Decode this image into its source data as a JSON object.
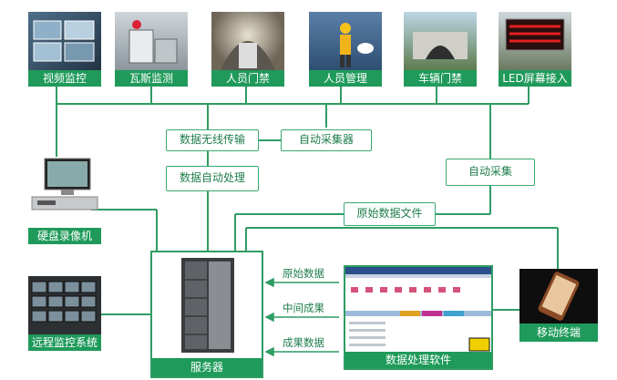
{
  "top_modules": [
    {
      "label": "视频监控"
    },
    {
      "label": "瓦斯监测"
    },
    {
      "label": "人员门禁"
    },
    {
      "label": "人员管理"
    },
    {
      "label": "车辆门禁"
    },
    {
      "label": "LED屏幕接入"
    }
  ],
  "boxes": {
    "wireless": "数据无线传输",
    "collector": "自动采集器",
    "auto_process": "数据自动处理",
    "auto_collect": "自动采集",
    "raw_file": "原始数据文件"
  },
  "devices": {
    "dvr": "硬盘录像机",
    "remote": "远程监控系统",
    "server": "服务器",
    "software": "数据处理软件",
    "mobile": "移动终端"
  },
  "arrows": {
    "raw": "原始数据",
    "mid": "中间成果",
    "result": "成果数据"
  },
  "colors": {
    "green": "#1f9a5a",
    "line": "#2f9c63"
  }
}
